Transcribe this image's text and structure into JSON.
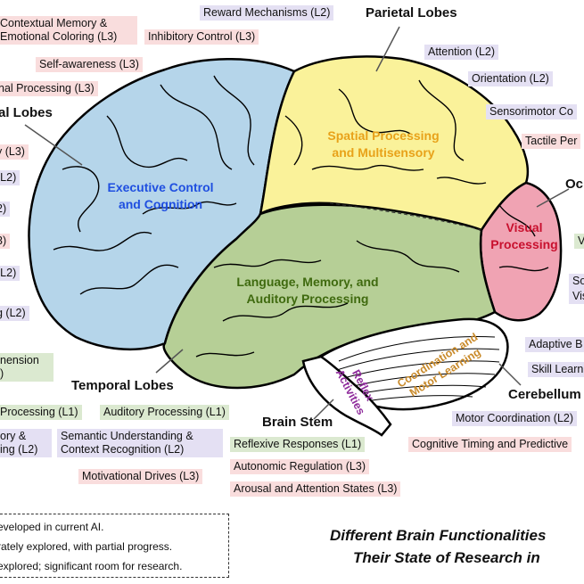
{
  "lobes": {
    "parietal": "Parietal Lobes",
    "frontal": "al Lobes",
    "occipital": "Oc",
    "temporal": "Temporal Lobes",
    "brainstem": "Brain Stem",
    "cerebellum": "Cerebellum"
  },
  "regions": {
    "frontal_l1": "Executive Control",
    "frontal_l2": "and Cognition",
    "parietal_l1": "Spatial Processing",
    "parietal_l2": "and Multisensory",
    "occipital_l1": "Visual",
    "occipital_l2": "Processing",
    "temporal_l1": "Language, Memory, and",
    "temporal_l2": "Auditory Processing",
    "brainstem_l1": "Reflex",
    "brainstem_l2": "Activities",
    "cerebellum_l1": "Coordination and",
    "cerebellum_l2": "Motor Learning"
  },
  "labels": {
    "contextual_1": "Contextual Memory &",
    "contextual_2": "Emotional Coloring (L3)",
    "reward": "Reward Mechanisms (L2)",
    "inhibitory": "Inhibitory Control (L3)",
    "self_awareness": "Self-awareness (L3)",
    "nal_processing": "nal Processing (L3)",
    "attention": "Attention (L2)",
    "orientation": "Orientation (L2)",
    "sensorimotor": "Sensorimotor Co",
    "tactile": "Tactile Per",
    "frag_y3": "y (L3)",
    "frag_l2a": "(L2)",
    "frag_2a": "2)",
    "frag_3": "3)",
    "frag_l2b": "(L2)",
    "frag_g2": "g (L2)",
    "occ_v": "V",
    "occ_so": "So",
    "occ_vis": "Vis",
    "prehension_1": "nension",
    "prehension_2": ")",
    "adaptive": "Adaptive B",
    "skill": "Skill Learn",
    "processing_l1": "Processing (L1)",
    "auditory": "Auditory Processing (L1)",
    "ory_1": "ory &",
    "ory_2": "ing (L2)",
    "semantic_1": "Semantic Understanding &",
    "semantic_2": "Context Recognition (L2)",
    "reflexive": "Reflexive Responses (L1)",
    "motor": "Motor Coordination (L2)",
    "cognitive": "Cognitive Timing and Predictive",
    "motivational": "Motivational Drives (L3)",
    "autonomic": "Autonomic Regulation (L3)",
    "arousal": "Arousal and Attention States (L3)"
  },
  "legend": {
    "line1": "eveloped in current AI.",
    "line2": "rately explored, with partial progress.",
    "line3": "explored; significant room for research."
  },
  "title": {
    "line1": "Different Brain Functionalities",
    "line2": "Their State of Research in"
  },
  "colors": {
    "frontal": "#b5d5ea",
    "parietal": "#faf29a",
    "occipital": "#f0a3b3",
    "temporal": "#b6cf96",
    "cerebellum": "#ffffff",
    "brainstem": "#ffffff",
    "frontal_text": "#1f4fe0",
    "parietal_text": "#e8a21a",
    "occipital_text": "#c8102e",
    "temporal_text": "#3f6a0f",
    "brainstem_text": "#8e2a9b",
    "cerebellum_text": "#c98a2a",
    "l1_bg": "#dbe9d0",
    "l2_bg": "#e4e0f3",
    "l3_bg": "#f9dddd"
  }
}
